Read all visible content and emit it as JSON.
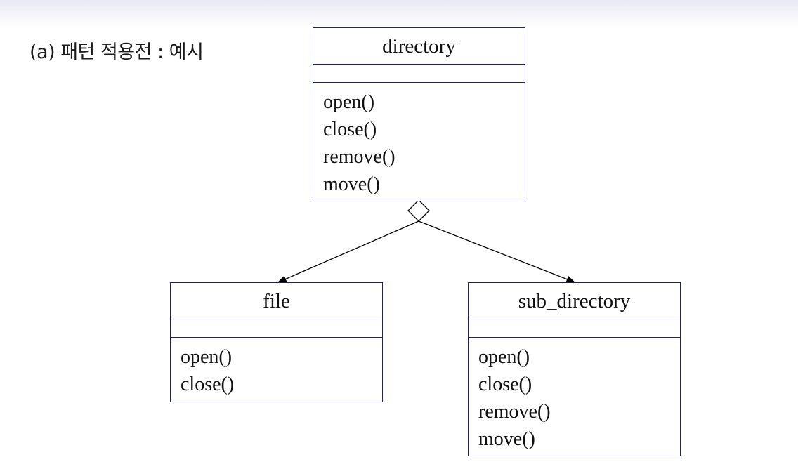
{
  "caption": "(a) 패턴 적용전 : 예시",
  "classes": {
    "directory": {
      "name": "directory",
      "operations": [
        "open()",
        "close()",
        "remove()",
        "move()"
      ]
    },
    "file": {
      "name": "file",
      "operations": [
        "open()",
        "close()"
      ]
    },
    "sub_directory": {
      "name": "sub_directory",
      "operations": [
        "open()",
        "close()",
        "remove()",
        "move()"
      ]
    }
  },
  "relations": [
    {
      "type": "aggregation",
      "from": "directory",
      "to": "file"
    },
    {
      "type": "aggregation",
      "from": "directory",
      "to": "sub_directory"
    }
  ],
  "colors": {
    "border": "#1f1f6e",
    "line": "#000000"
  }
}
